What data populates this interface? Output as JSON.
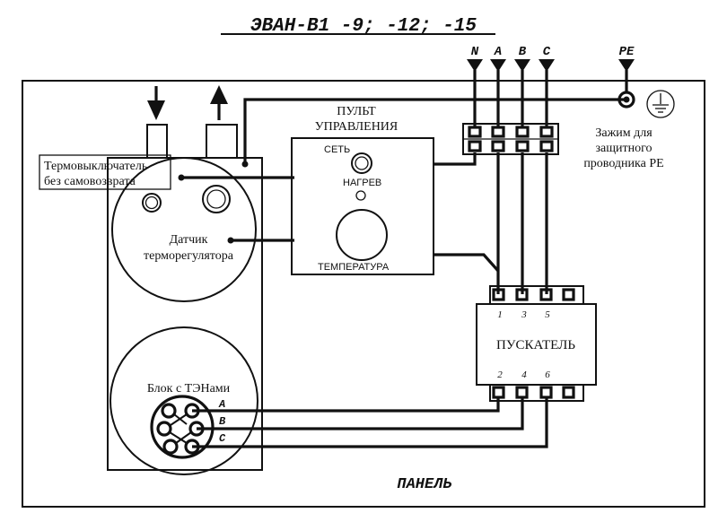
{
  "title": "ЭВАН-В1 -9; -12; -15",
  "supply": {
    "phases": [
      "N",
      "A",
      "B",
      "C"
    ],
    "pe": "PE",
    "pe_caption": [
      "Зажим для",
      "защитного",
      "проводника PE"
    ]
  },
  "control_panel": {
    "title": [
      "ПУЛЬТ",
      "УПРАВЛЕНИЯ"
    ],
    "power_label": "СЕТЬ",
    "heat_label": "НАГРЕВ",
    "temperature_label": "ТЕМПЕРАТУРА"
  },
  "boiler": {
    "thermal_cutout": [
      "Термовыключатель",
      "без самовозврата"
    ],
    "sensor": [
      "Датчик",
      "терморегулятора"
    ],
    "heater_block": "Блок с ТЭНами",
    "heater_phases": [
      "A",
      "B",
      "C"
    ]
  },
  "contactor": {
    "label": "ПУСКАТЕЛЬ",
    "inputs": [
      "1",
      "3",
      "5"
    ],
    "outputs": [
      "2",
      "4",
      "6"
    ]
  },
  "panel_label": "ПАНЕЛЬ"
}
